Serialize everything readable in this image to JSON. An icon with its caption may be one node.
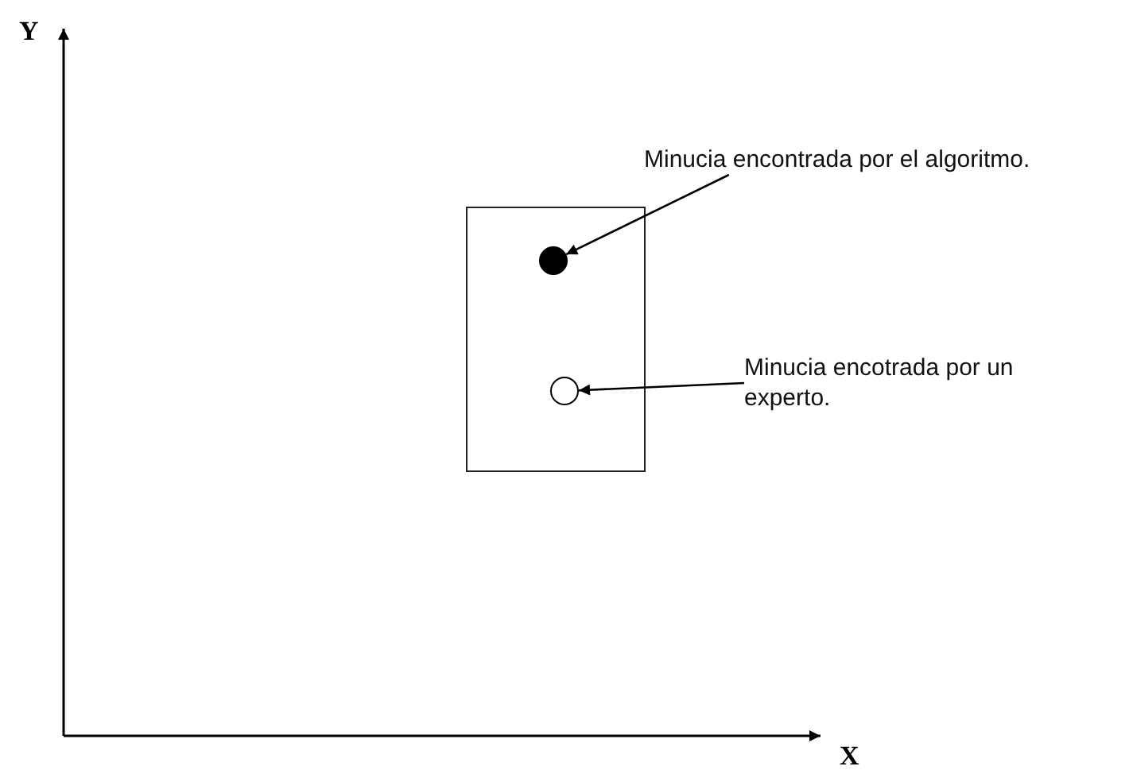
{
  "diagram": {
    "nodes": [
      {
        "text": [
          "Minucia encontrada por el algoritmo."
        ]
      },
      {
        "text": [],
        "shape": "box"
      },
      {
        "text": [],
        "shape": "circle",
        "in": 1
      },
      {
        "text": [],
        "shape": "circle",
        "in": 1
      },
      {
        "text": [
          "Minucia encotrada por un experto."
        ]
      }
    ],
    "edges": [
      {
        "from": 0,
        "to": 2,
        "arrow": "to"
      },
      {
        "from": 4,
        "to": 3,
        "arrow": "to"
      }
    ],
    "labels": [
      "Y",
      "X"
    ]
  }
}
